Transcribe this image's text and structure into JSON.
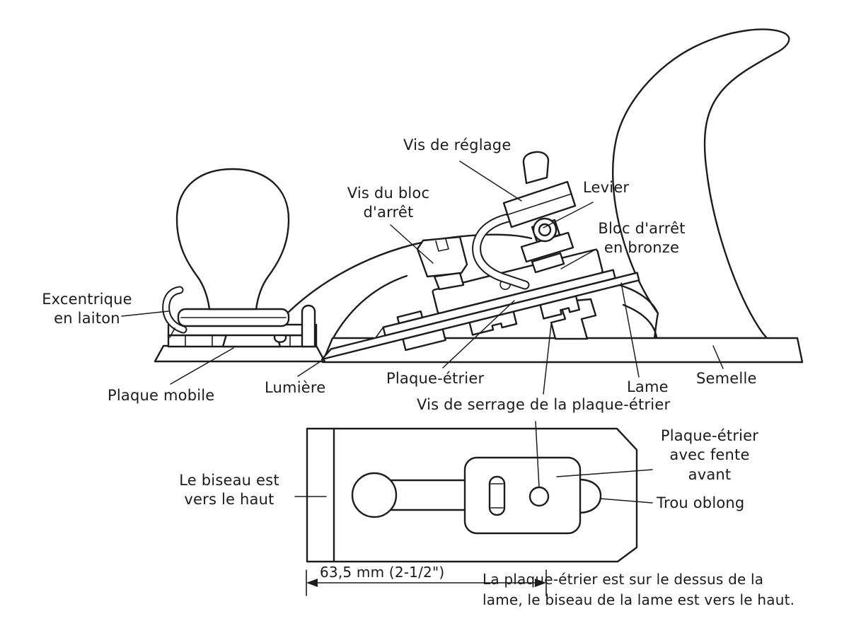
{
  "figure": {
    "colors": {
      "ink": "#1c1c1c",
      "paper": "#ffffff"
    },
    "side_view": {
      "labels": {
        "vis_de_reglage": "Vis de réglage",
        "vis_du_bloc": "Vis du bloc\nd'arrêt",
        "levier": "Levier",
        "bloc_arret": "Bloc d'arrêt\nen bronze",
        "excentrique": "Excentrique\nen laiton",
        "plaque_mobile": "Plaque mobile",
        "lumiere": "Lumière",
        "plaque_etrier": "Plaque-étrier",
        "vis_de_serrage": "Vis de serrage de la plaque-étrier",
        "lame": "Lame",
        "semelle": "Semelle"
      }
    },
    "top_view": {
      "labels": {
        "biseau": "Le biseau est\nvers le haut",
        "plaque_etrier_fente": "Plaque-étrier\navec fente\navant",
        "trou_oblong": "Trou oblong",
        "dimension": "63,5 mm (2-1/2\")",
        "note": "La plaque-étrier est sur le dessus de la\nlame, le biseau de la lame est vers le haut."
      }
    }
  }
}
